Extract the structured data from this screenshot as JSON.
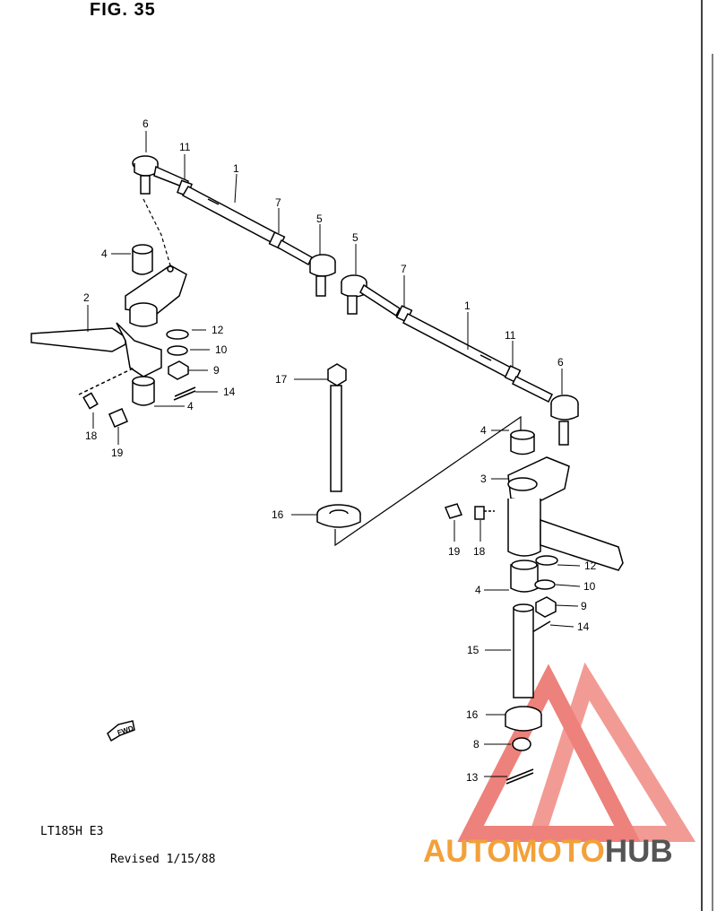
{
  "figure": {
    "title": "FIG. 35",
    "model": "LT185H E3",
    "revised": "Revised 1/15/88",
    "fwd_label": "FWD"
  },
  "callouts": {
    "c6a": "6",
    "c11a": "11",
    "c1a": "1",
    "c7a": "7",
    "c5a": "5",
    "c4a": "4",
    "c2": "2",
    "c12a": "12",
    "c10a": "10",
    "c9a": "9",
    "c14a": "14",
    "c4b": "4",
    "c18a": "18",
    "c19a": "19",
    "c5b": "5",
    "c7b": "7",
    "c1b": "1",
    "c11b": "11",
    "c6b": "6",
    "c17": "17",
    "c16a": "16",
    "c4c": "4",
    "c3": "3",
    "c19b": "19",
    "c18b": "18",
    "c12b": "12",
    "c4d": "4",
    "c10b": "10",
    "c9b": "9",
    "c14b": "14",
    "c15": "15",
    "c16b": "16",
    "c8": "8",
    "c13": "13"
  },
  "watermark": {
    "part1": "AUTOMOTO",
    "part2": "HUB",
    "color_primary": "#f2a13a",
    "color_logo": "#e8584f"
  }
}
